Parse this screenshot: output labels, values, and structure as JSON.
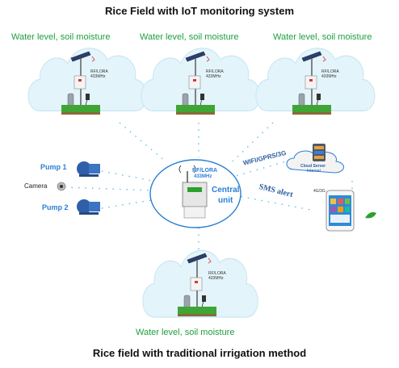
{
  "titles": {
    "top": "Rice Field with IoT monitoring system",
    "bottom": "Rice field with traditional irrigation method"
  },
  "nodes": {
    "field_1": {
      "label": "Water level, soil moisture",
      "radio": "RF/LORA\n433MHz"
    },
    "field_2": {
      "label": "Water level, soil moisture",
      "radio": "RF/LORA\n433MHz"
    },
    "field_3": {
      "label": "Water level, soil moisture",
      "radio": "RF/LORA\n433MHz"
    },
    "field_4": {
      "label": "Water level, soil moisture",
      "radio": "RF/LORA\n433MHz"
    }
  },
  "central": {
    "radio_line1": "RF/LORA",
    "radio_line2": "433MHz",
    "label_line1": "Central",
    "label_line2": "unit"
  },
  "peripherals": {
    "pump1": "Pump 1",
    "camera": "Camera",
    "pump2": "Pump 2"
  },
  "links": {
    "wifi": "WIFI/GPRS/3G",
    "sms": "SMS alert",
    "phone_net": "4G/3G"
  },
  "cloud_server": {
    "line1": "Cloud Server",
    "line2": "Internet"
  },
  "colors": {
    "cloud": "#e3f4fb",
    "cloud_stroke": "#c8e6f2",
    "link_dots": "#5fc0e0",
    "label_green": "#1f9e3e",
    "label_blue": "#2a7fd4",
    "grass": "#3fa535"
  }
}
